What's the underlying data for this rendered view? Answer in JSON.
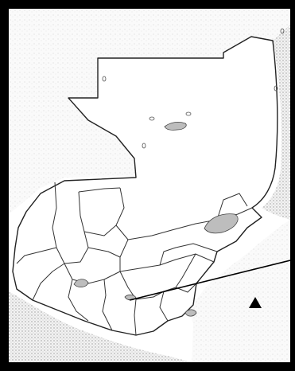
{
  "map": {
    "colors": {
      "frame": "#000000",
      "land": "#ffffff",
      "border": "#222222",
      "sea": "#d9d9d9",
      "neighbor_shade": "#e6e6e6",
      "lake": "#bdbdbd",
      "pointer": "#000000"
    },
    "features": {
      "lakes": [
        "lake-peten",
        "lake-izabal",
        "lake-atitlan",
        "lake-amatitlan",
        "lake-guija"
      ],
      "pointer": "pointer-line",
      "marker": "triangle-marker"
    }
  }
}
